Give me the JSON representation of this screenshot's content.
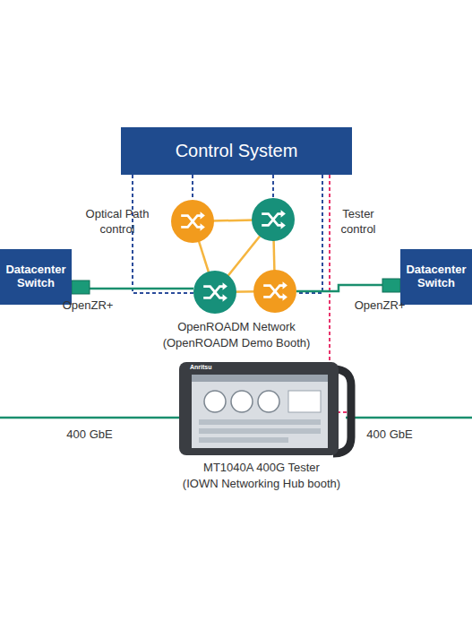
{
  "diagram": {
    "nodes": [
      {
        "text": [
          "Control System"
        ]
      },
      {
        "text": [
          "Datacenter Switch"
        ]
      },
      {
        "text": [
          "Datacenter Switch"
        ]
      }
    ],
    "labels": [
      "Optical Path control",
      "Tester control",
      "OpenZR+",
      "OpenZR+",
      "OpenROADM Network",
      "(OpenROADM Demo Booth)",
      "400 GbE",
      "400 GbE",
      "MT1040A 400G Tester",
      "(IOWN Networking Hub booth)",
      "Anritsu"
    ]
  }
}
